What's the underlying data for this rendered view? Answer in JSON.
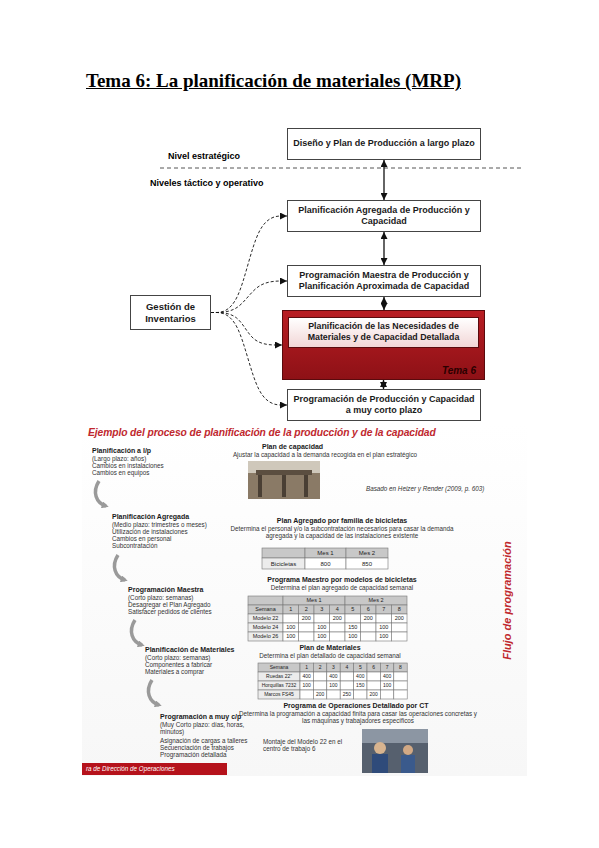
{
  "diagram": {
    "title": "Tema 6: La planificación de materiales (MRP)",
    "nodes": [
      {
        "text": [
          "Diseño y Plan de Producción a largo plazo"
        ]
      },
      {
        "text": [
          "Planificación Agregada de Producción y Capacidad"
        ]
      },
      {
        "text": [
          "Programación Maestra de Producción y Planificación Aproximada de Capacidad"
        ]
      },
      {
        "text": [
          "Gestión de Inventarios"
        ]
      },
      {
        "text": [
          "Planificación de las Necesidades de Materiales y de Capacidad Detallada",
          "Tema 6"
        ]
      },
      {
        "text": [
          "Programación de Producción y Capacidad a muy corto plazo"
        ]
      },
      {
        "text": [
          "Ejemplo del proceso de planificación de la producción y de la capacidad"
        ]
      }
    ],
    "edges": [
      {
        "from": 0,
        "to": 1,
        "arrow": "both"
      },
      {
        "from": 1,
        "to": 2,
        "arrow": "both"
      },
      {
        "from": 2,
        "to": 4,
        "arrow": "both"
      },
      {
        "from": 4,
        "to": 5,
        "arrow": "both"
      },
      {
        "from": 3,
        "to": 1,
        "arrow": "to"
      },
      {
        "from": 3,
        "to": 2,
        "arrow": "to"
      },
      {
        "from": 3,
        "to": 4,
        "arrow": "to"
      },
      {
        "from": 3,
        "to": 5,
        "arrow": "to"
      }
    ],
    "labels": [
      "Nivel estratégico",
      "Niveles táctico y operativo",
      "Planificación a l/p",
      "(Largo plazo: años)",
      "Cambios en instalaciones",
      "Cambios en equipos",
      "Plan de capacidad",
      "Ajustar la capacidad a la demanda recogida en el plan estratégico",
      "Basado en Heizer y Render (2009, p. 603)",
      "Planificación Agregada",
      "(Medio plazo: trimestres o meses)",
      "Utilización de instalaciones",
      "Cambios en personal",
      "Subcontratación",
      "Plan Agregado por familia de bicicletas",
      "Determina el personal y/o la subcontratación necesarios para casar la demanda agregada y la capacidad de las instalaciones existente",
      "Mes 1",
      "Mes 2",
      "Bicicletas",
      "800",
      "850",
      "Programación Maestra",
      "(Corto plazo: semanas)",
      "Desagregar el Plan Agregado",
      "Satisfacer pedidos de clientes",
      "Programa Maestro por modelos de bicicletas",
      "Determina el plan agregado de capacidad semanal",
      "Mes 1",
      "Mes 2",
      "Semana",
      "1",
      "2",
      "3",
      "4",
      "5",
      "6",
      "7",
      "8",
      "Modelo 22",
      "200",
      "200",
      "200",
      "200",
      "Modelo 24",
      "100",
      "100",
      "150",
      "100",
      "Modelo 26",
      "100",
      "100",
      "100",
      "100",
      "Planificación de Materiales",
      "(Corto plazo: semanas)",
      "Componentes a fabricar",
      "Materiales a comprar",
      "Plan de Materiales",
      "Determina el plan detallado de capacidad semanal",
      "Semana",
      "1",
      "2",
      "3",
      "4",
      "5",
      "6",
      "7",
      "8",
      "Ruedas 22\"",
      "400",
      "400",
      "400",
      "400",
      "Horquillas 7232",
      "100",
      "100",
      "150",
      "100",
      "Marcos FS45",
      "200",
      "250",
      "200",
      "Programa de Operaciones Detallado por CT",
      "Determina la programación a capacidad finita para casar las operaciones concretas y las máquinas y trabajadores específicos",
      "Programación a muy c/p",
      "(Muy Corto plazo: días, horas, minutos)",
      "Asignación de cargas a talleres",
      "Secuenciación de trabajos",
      "Programación detallada",
      "Montaje del Modelo 22 en el centro de trabajo 6",
      "Flujo de programación",
      "ra de Dirección de Operaciones"
    ]
  }
}
